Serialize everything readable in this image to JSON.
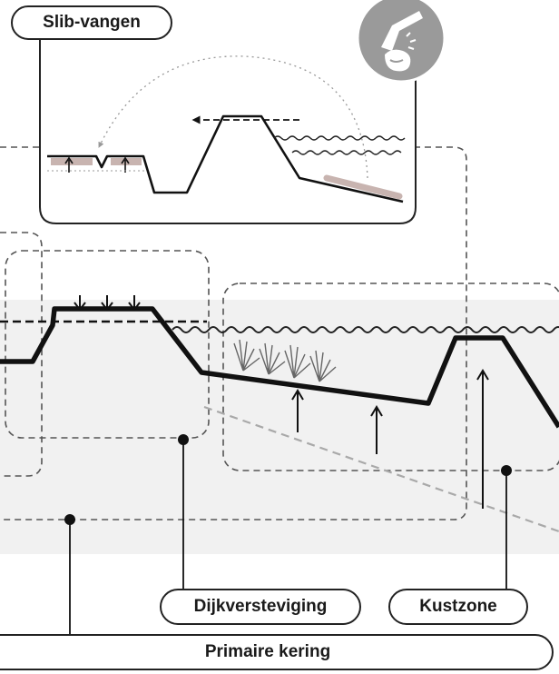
{
  "labels": {
    "slib_vangen": "Slib-vangen",
    "dijkversteviging": "Dijkversteviging",
    "kustzone": "Kustzone",
    "primaire_kering": "Primaire kering"
  },
  "icons": {
    "badge": "excavator-hand-icon"
  },
  "colors": {
    "line": "#111111",
    "dashed_box": "#555555",
    "ground_fill": "#f1f1f1",
    "sediment": "#c8b4b0",
    "badge_bg": "#9a9a9a",
    "slope_dashed": "#a9a9a9"
  }
}
